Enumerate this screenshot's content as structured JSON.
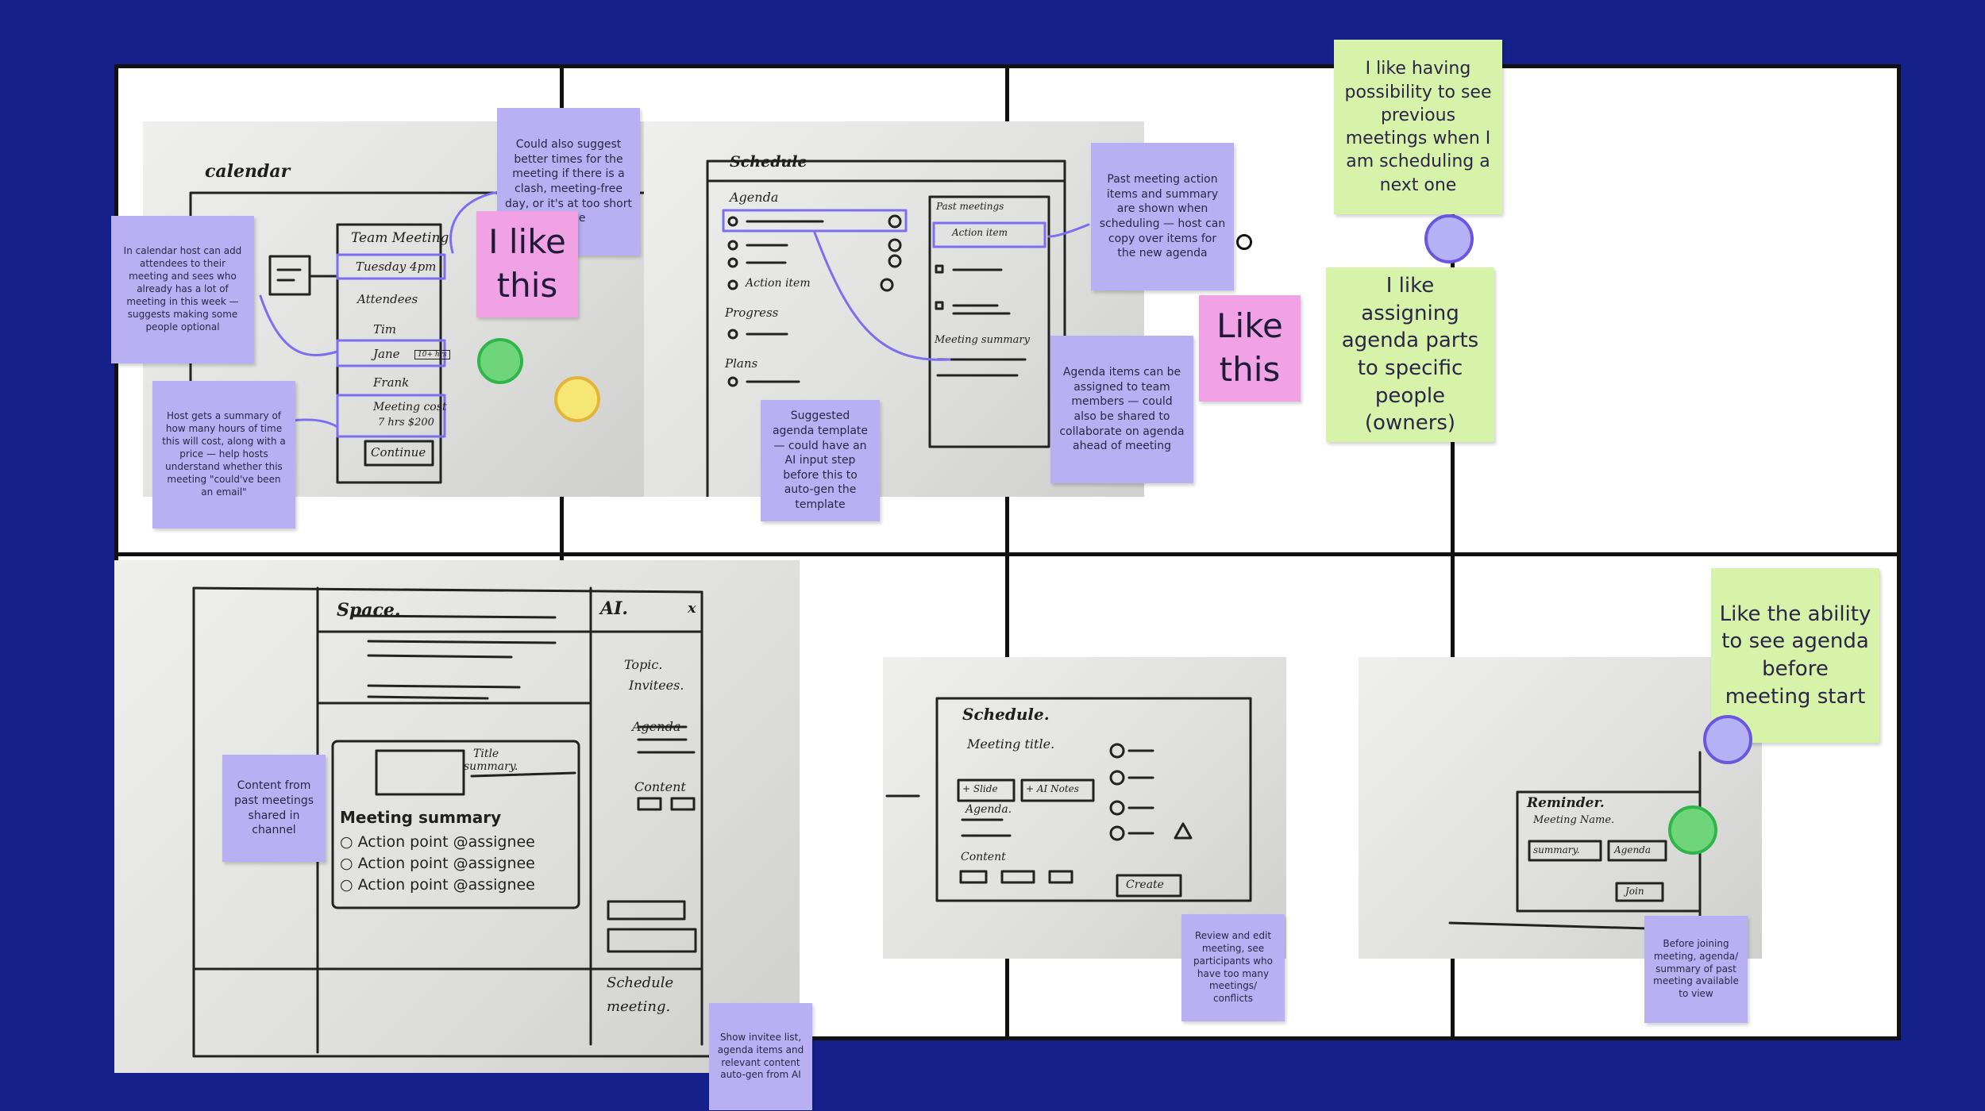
{
  "colors": {
    "background": "#15208a",
    "sticky_purple": "#b9b0f4",
    "sticky_green": "#d6f3a9",
    "sticky_pink": "#f0a2e5",
    "dot_purple": "#b6b0f5",
    "dot_green": "#6fd57a",
    "dot_yellow": "#f6e775"
  },
  "sketches": {
    "calendar": {
      "title": "calendar",
      "card_title": "Team Meeting",
      "date": "Tuesday 4pm",
      "attendees_label": "Attendees",
      "people": [
        "Tim",
        "Jane",
        "Frank"
      ],
      "busy_badge": "10+ hrs",
      "cost_line1": "Meeting cost",
      "cost_line2": "7 hrs $200",
      "continue_button": "Continue"
    },
    "schedule": {
      "title": "Schedule",
      "agenda_label": "Agenda",
      "action_item": "Action item",
      "progress_label": "Progress",
      "plans_label": "Plans",
      "past_meetings_label": "Past meetings",
      "past_action_item": "Action item",
      "meeting_summary_label": "Meeting summary"
    },
    "space": {
      "title": "Space.",
      "ai_title": "AI.",
      "close": "x",
      "card_title": "Title",
      "card_subtitle": "summary.",
      "summary_heading": "Meeting summary",
      "action_points": [
        "Action point @assignee",
        "Action point @assignee",
        "Action point @assignee"
      ],
      "ai_topic": "Topic.",
      "ai_invitees": "Invitees.",
      "ai_agenda": "Agenda",
      "ai_content": "Content",
      "schedule_line1": "Schedule",
      "schedule_line2": "meeting."
    },
    "schedule2": {
      "title": "Schedule.",
      "meeting_title": "Meeting title.",
      "slide_button": "+ Slide",
      "ai_notes_button": "+ AI Notes",
      "agenda_label": "Agenda.",
      "content_label": "Content",
      "create_button": "Create"
    },
    "reminder": {
      "title": "Reminder.",
      "meeting_name": "Meeting Name.",
      "summary_button": "summary.",
      "agenda_button": "Agenda",
      "join_button": "Join"
    }
  },
  "stickies": {
    "calendar_attendees": "In calendar host can add attendees to their meeting and sees who already has a lot of meeting in this week — suggests making some people optional",
    "suggest_times": "Could also suggest better times for the meeting if there is a clash, meeting-free day, or it's at too short notice",
    "cost_summary": "Host gets a summary of how many hours of time this will cost, along with a price — help hosts understand whether this meeting \"could've been an email\"",
    "like_this_1": "I like this",
    "past_action_items": "Past meeting action items and summary are shown when scheduling — host can copy over items for the new agenda",
    "agenda_template": "Suggested agenda template — could have an AI input step before this to auto-gen the template",
    "assign_items": "Agenda items can be assigned to team members — could also be shared to collaborate on agenda ahead of meeting",
    "like_this_2": "Like this",
    "see_previous": "I like having possibility to see previous meetings when I am scheduling a next one",
    "assign_parts": "I like assigning agenda parts to specific people (owners)",
    "past_content": "Content from past meetings shared in channel",
    "invitee_list": "Show invitee list, agenda items and relevant content auto-gen from AI",
    "review_edit": "Review and edit meeting, see participants who have too many meetings/ conflicts",
    "before_joining": "Before joining meeting, agenda/ summary of past meeting available to view",
    "see_agenda": "Like the ability to see agenda before meeting start"
  }
}
